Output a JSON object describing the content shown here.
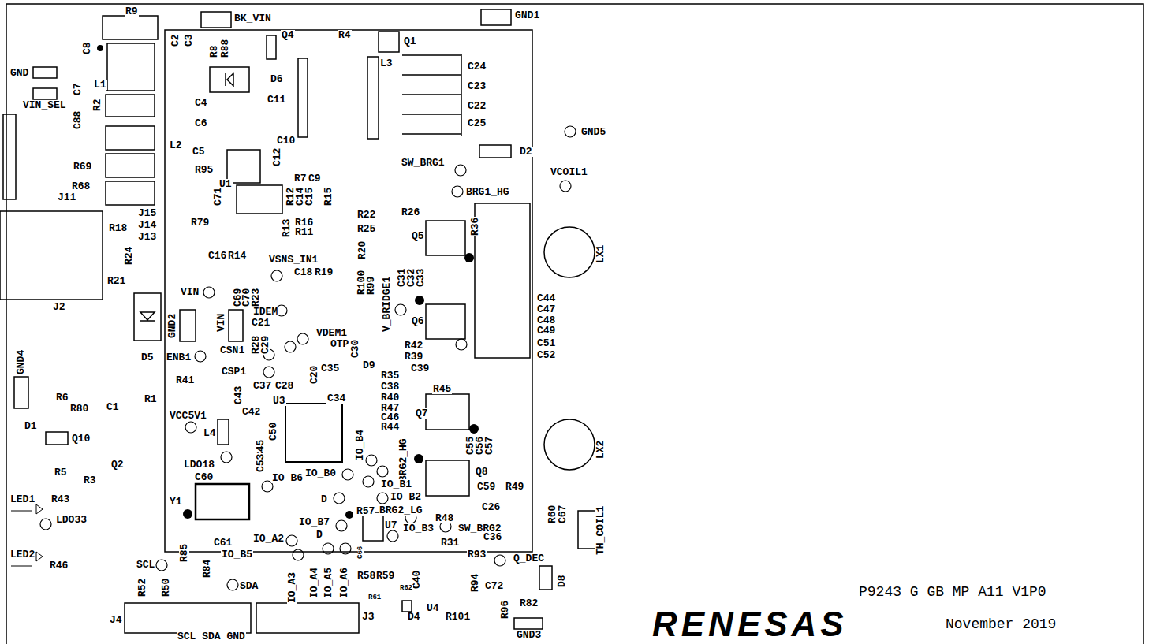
{
  "diagram": {
    "labels": [
      "R9",
      "BK_VIN",
      "GND1",
      "C2",
      "C3",
      "R8",
      "R88",
      "Q4",
      "R4",
      "Q1",
      "L3",
      "C24",
      "C23",
      "C22",
      "C25",
      "GND",
      "C8",
      "L1",
      "C7",
      "VIN_SEL",
      "R2",
      "D6",
      "C4",
      "C11",
      "C6",
      "C88",
      "L2",
      "C5",
      "C10",
      "C12",
      "D2",
      "GND5",
      "R69",
      "R68",
      "J11",
      "SW_BRG1",
      "R95",
      "U1",
      "R7",
      "C9",
      "VCOIL1",
      "BRG1_HG",
      "R12",
      "C14",
      "C15",
      "R15",
      "C71",
      "J15",
      "R22",
      "R26",
      "R36",
      "J14",
      "R79",
      "R13",
      "R16",
      "R11",
      "R25",
      "J13",
      "R18",
      "Q5",
      "LX1",
      "R24",
      "C16",
      "R14",
      "R20",
      "VSNS_IN1",
      "C31",
      "C32",
      "C33",
      "R21",
      "C18",
      "R19",
      "R100",
      "R99",
      "V_BRIDGE1",
      "VIN",
      "C69",
      "C70",
      "R23",
      "IDEM",
      "J2",
      "C44",
      "C47",
      "C48",
      "C49",
      "C51",
      "C52",
      "Q6",
      "VIN",
      "GND2",
      "C21",
      "VDEM1",
      "R28",
      "C29",
      "GND4",
      "OTP",
      "R42",
      "R39",
      "C39",
      "CSN1",
      "C30",
      "D5",
      "ENB1",
      "D9",
      "C35",
      "C20",
      "CSP1",
      "R35",
      "R41",
      "C37",
      "C28",
      "C38",
      "C34",
      "R40",
      "R6",
      "R1",
      "C43",
      "R45",
      "U3",
      "C42",
      "R47",
      "C46",
      "R44",
      "R80",
      "C1",
      "Q7",
      "D1",
      "VCC5V1",
      "C50",
      "L4",
      "C45",
      "C55",
      "C56",
      "C57",
      "LX2",
      "IO_B4",
      "Q10",
      "Q2",
      "R5",
      "R3",
      "BRG2_HG",
      "LDO18",
      "C53",
      "IO_B0",
      "IO_B6",
      "C60",
      "Q8",
      "IO_B1",
      "C59",
      "R49",
      "Y1",
      "D",
      "IO_B2",
      "R60",
      "C67",
      "TH_COIL1",
      "C26",
      "LED1",
      "R43",
      "R57",
      "BRG2_LG",
      "LDO33",
      "IO_B7",
      "R48",
      "U7",
      "IO_B3",
      "SW_BRG2",
      "D",
      "C61",
      "IO_A2",
      "C36",
      "R31",
      "IO_B5",
      "R85",
      "C66",
      "R93",
      "Q_DEC",
      "LED2",
      "R46",
      "SCL",
      "R84",
      "IO_A3",
      "IO_A4",
      "IO_A5",
      "IO_A6",
      "R58",
      "R59",
      "C40",
      "R94",
      "C72",
      "D8",
      "R52",
      "R50",
      "SDA",
      "R61",
      "R62",
      "J4",
      "J3",
      "D4",
      "U4",
      "R101",
      "R96",
      "R82",
      "GND3",
      "SCL SDA GND",
      "P9243_G_GB_MP_A11 V1P0",
      "RENESAS",
      "November 2019"
    ]
  }
}
